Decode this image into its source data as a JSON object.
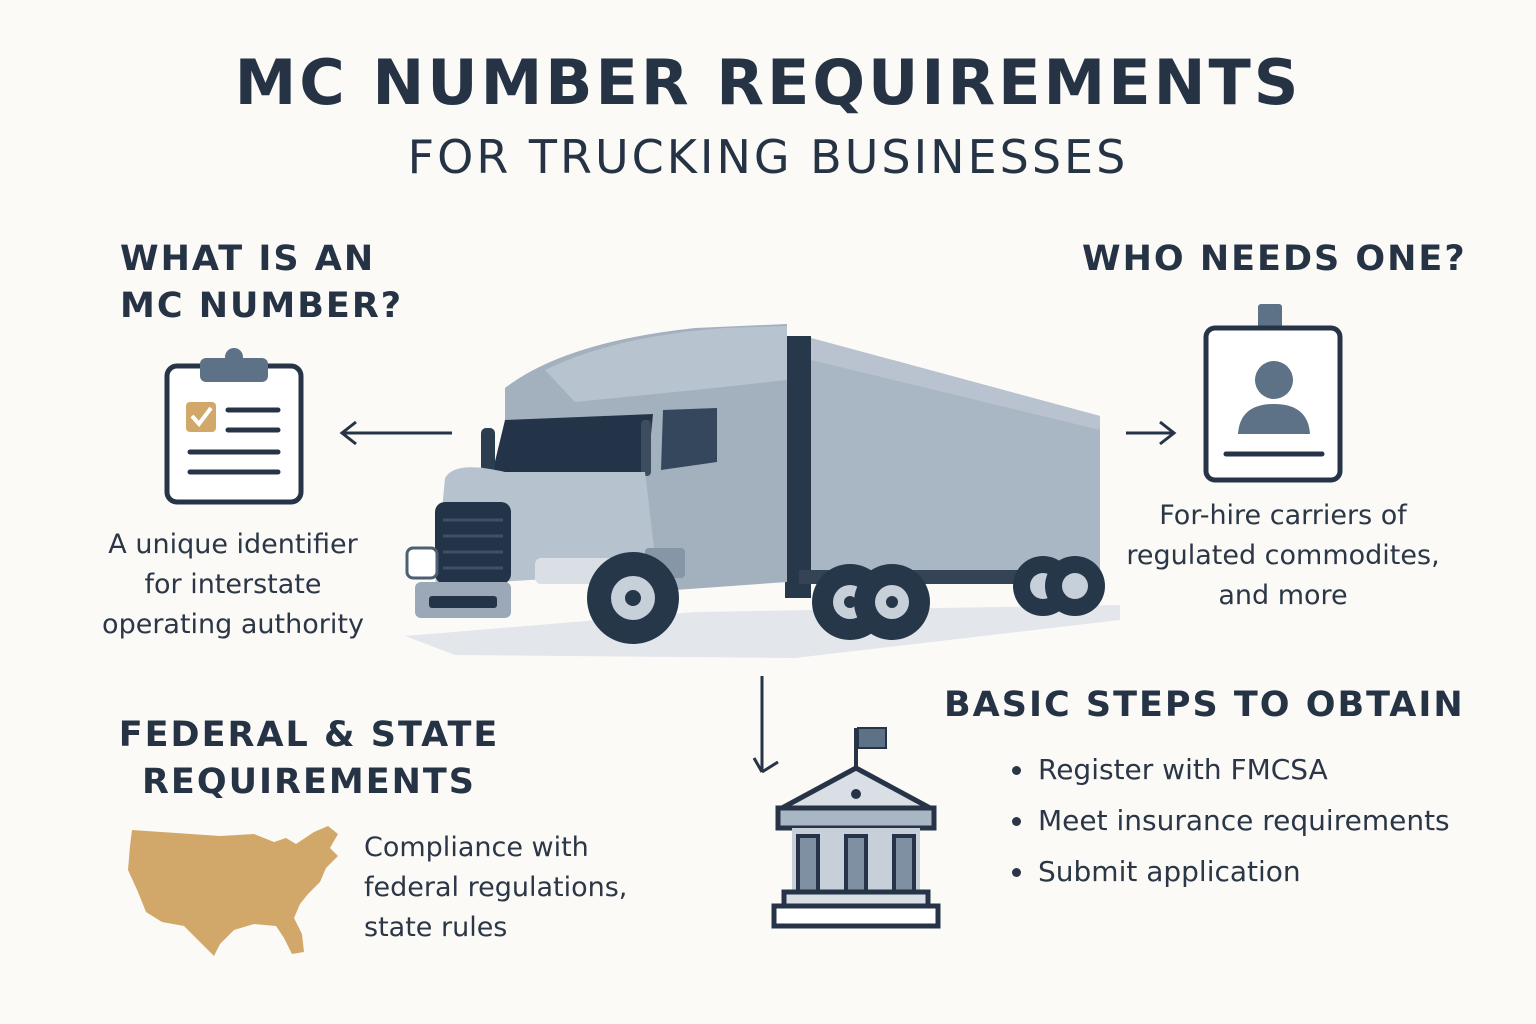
{
  "header": {
    "title": "MC NUMBER REQUIREMENTS",
    "subtitle": "FOR TRUCKING BUSINESSES"
  },
  "what_is": {
    "heading_line1": "WHAT IS AN",
    "heading_line2": "MC NUMBER?",
    "description_lines": [
      "A unique identifier",
      "for interstate",
      "operating authority"
    ],
    "icon": "clipboard-checklist-icon"
  },
  "who_needs": {
    "heading": "WHO NEEDS ONE?",
    "description_lines": [
      "For-hire carriers of",
      "regulated commodites,",
      "and more"
    ],
    "icon": "id-badge-icon"
  },
  "federal_state": {
    "heading_line1": "FEDERAL & STATE",
    "heading_line2": "REQUIREMENTS",
    "description_lines": [
      "Compliance with",
      "federal regulations,",
      "state rules"
    ],
    "icon": "us-map-icon"
  },
  "basic_steps": {
    "heading": "BASIC STEPS TO OBTAIN",
    "steps": [
      "Register with FMCSA",
      "Meet insurance requirements",
      "Submit application"
    ],
    "icon": "government-building-icon"
  },
  "illustration": {
    "icon": "semi-truck-icon"
  },
  "colors": {
    "text": "#253345",
    "truck": "#a9b6c3",
    "accent_gold": "#d2a86a",
    "background": "#fbfaf7"
  }
}
